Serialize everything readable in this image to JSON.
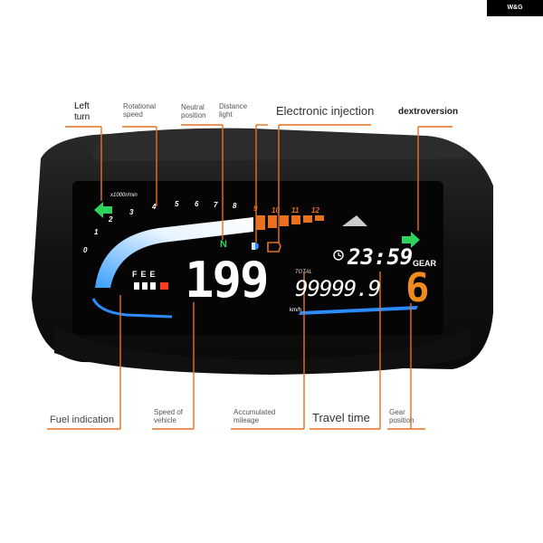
{
  "brand": "W&G",
  "labels": {
    "left_turn_1": "Left",
    "left_turn_2": "turn",
    "rotational_1": "Rotational",
    "rotational_2": "speed",
    "neutral_1": "Neutral",
    "neutral_2": "position",
    "distance_1": "Distance",
    "distance_2": "light",
    "electronic_injection": "Electronic injection",
    "dextroversion": "dextroversion",
    "fuel_indication": "Fuel indication",
    "speed_1": "Speed of",
    "speed_2": "vehicle",
    "mileage_1": "Accumulated",
    "mileage_2": "mileage",
    "travel_time": "Travel time",
    "gear_1": "Gear",
    "gear_2": "position"
  },
  "dash": {
    "rpm_unit": "x1000r/min",
    "rpm_ticks": [
      "0",
      "1",
      "2",
      "3",
      "4",
      "5",
      "6",
      "7",
      "8",
      "9",
      "10",
      "11",
      "12"
    ],
    "neutral": "N",
    "fuel_letters": [
      "F",
      "E",
      "E"
    ],
    "speed": "199",
    "speed_unit": "km/h",
    "total_label": "TOTAL",
    "odometer": "99999.9",
    "clock": "23:59",
    "gear_label": "GEAR",
    "gear": "6"
  },
  "colors": {
    "orange": "#e8701e",
    "green": "#2fd25a",
    "blue": "#2a8cff",
    "body": "#161616"
  }
}
